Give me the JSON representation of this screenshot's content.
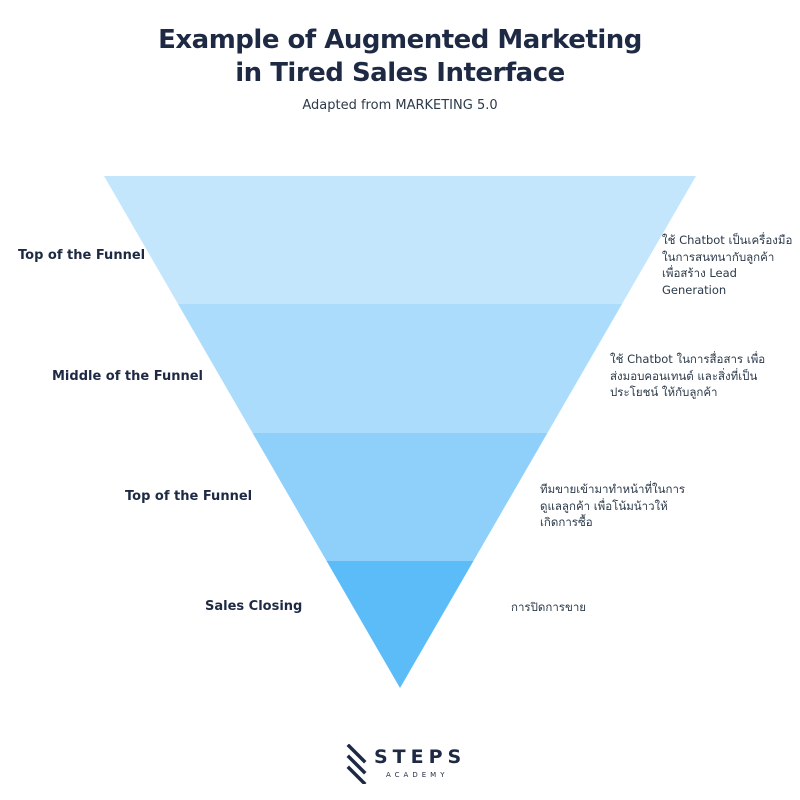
{
  "header": {
    "title_line1": "Example of Augmented Marketing",
    "title_line2": "in Tired Sales Interface",
    "subtitle": "Adapted from MARKETING 5.0"
  },
  "stages": [
    {
      "label": "Top of the Funnel",
      "description": [
        "ใช้ Chatbot เป็นเครื่องมือ",
        "ในการสนทนากับลูกค้า",
        "เพื่อสร้าง Lead",
        "Generation"
      ],
      "color": "#c4e6fc"
    },
    {
      "label": "Middle of the Funnel",
      "description": [
        "ใช้ Chatbot ในการสื่อสาร เพื่อ",
        "ส่งมอบคอนเทนต์ และสิ่งที่เป็น",
        "ประโยชน์ ให้กับลูกค้า"
      ],
      "color": "#abdcfb"
    },
    {
      "label": "Top of the Funnel",
      "description": [
        "ทีมขายเข้ามาทำหน้าที่ในการ",
        "ดูแลลูกค้า เพื่อโน้มน้าวให้",
        "เกิดการซื้อ"
      ],
      "color": "#8fd0fa"
    },
    {
      "label": "Sales Closing",
      "description": [
        "การปิดการขาย"
      ],
      "color": "#5bbcf7"
    }
  ],
  "logo": {
    "name": "STEPS",
    "tagline": "ACADEMY",
    "color": "#1e2a44"
  }
}
